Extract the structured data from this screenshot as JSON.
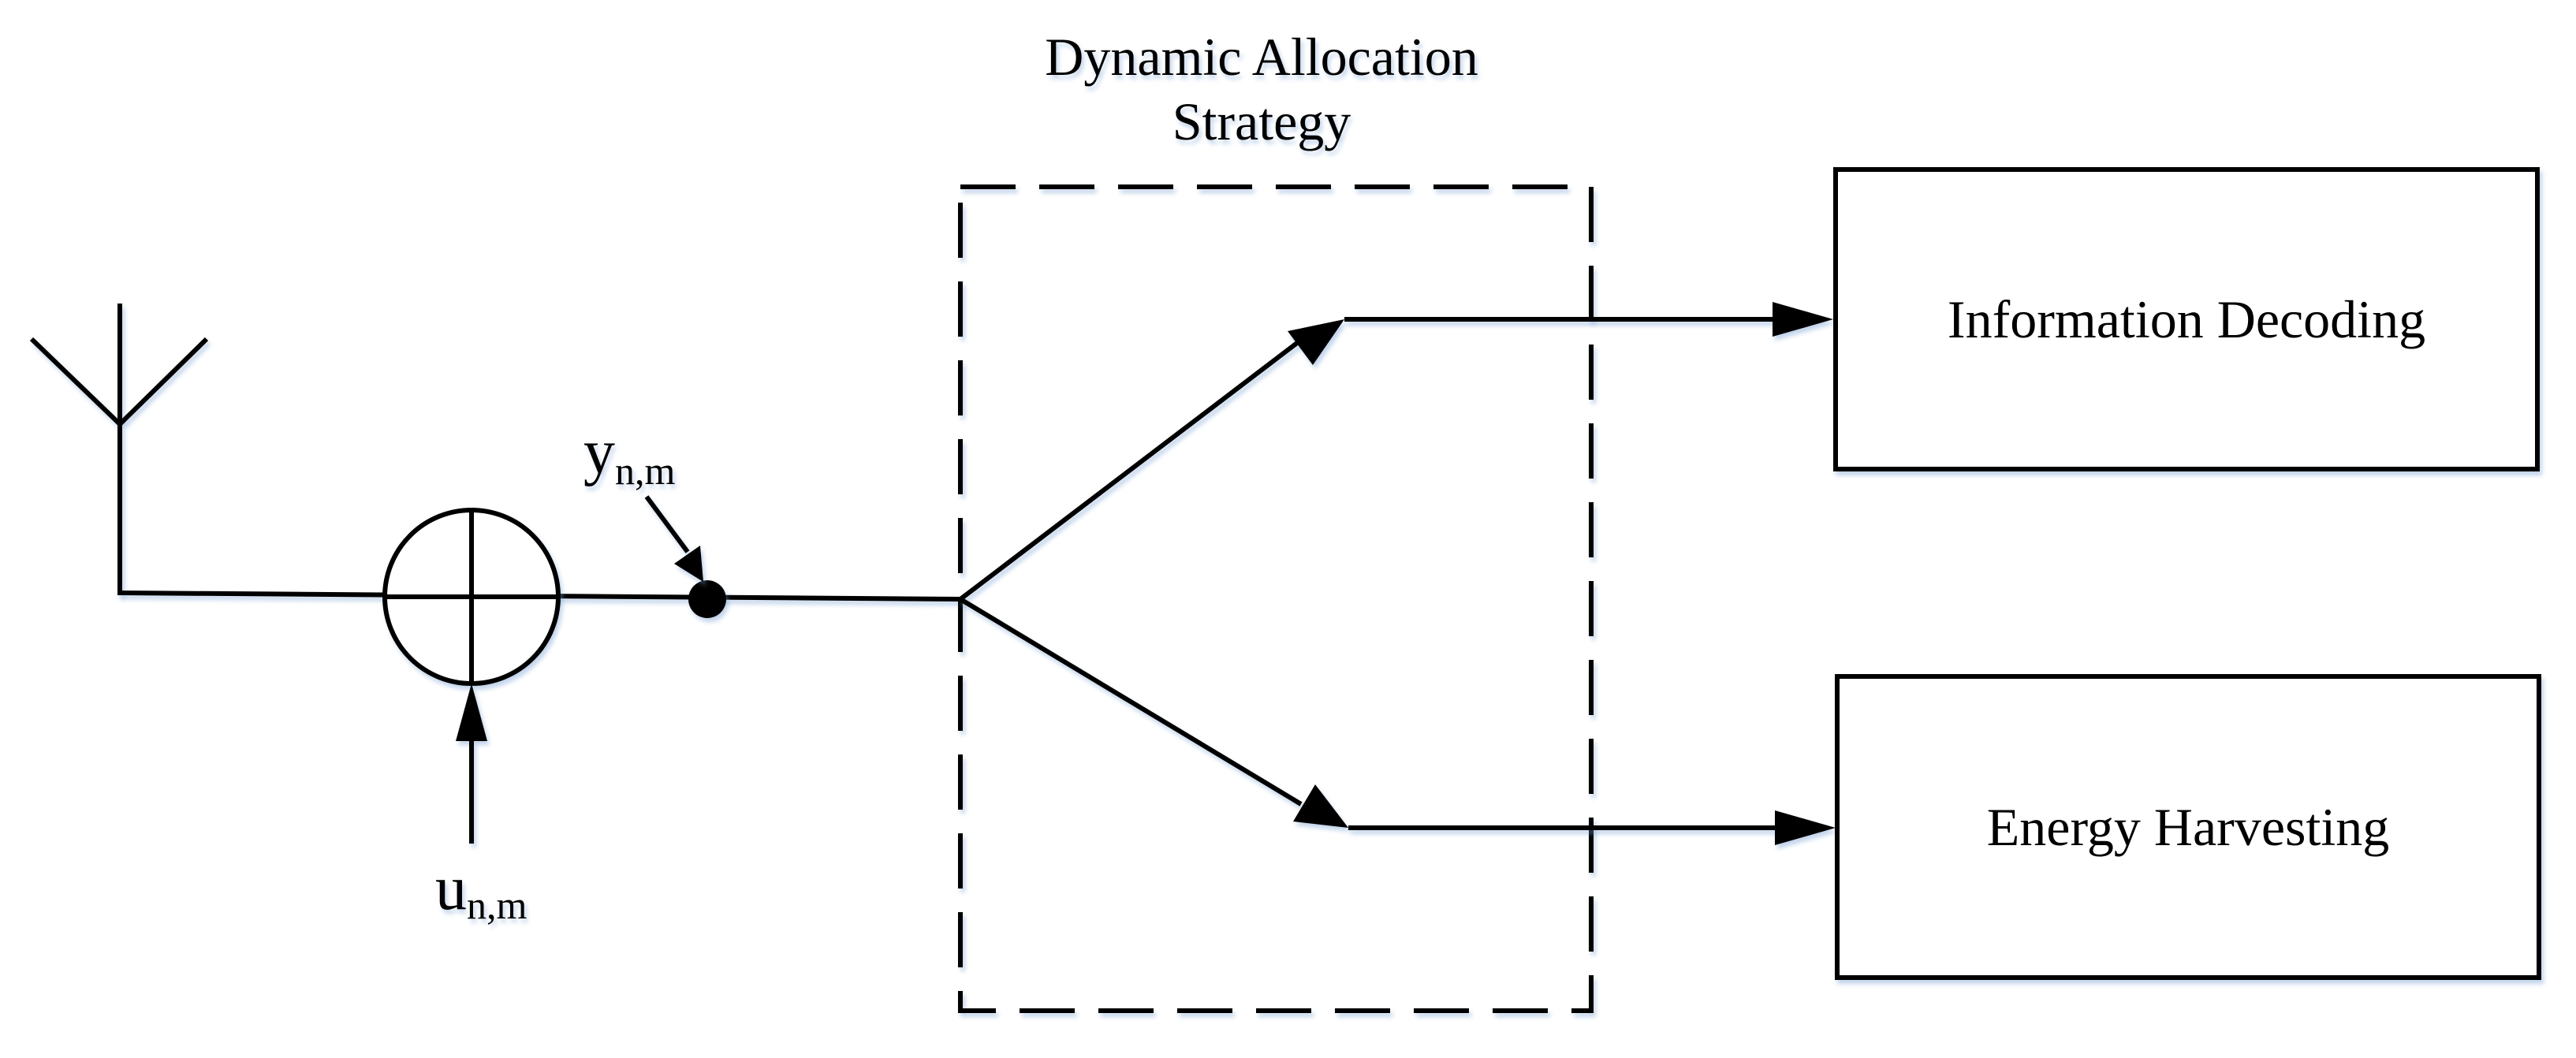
{
  "title_line1": "Dynamic Allocation",
  "title_line2": "Strategy",
  "signal_y": {
    "base": "y",
    "sub": "n,m"
  },
  "signal_u": {
    "base": "u",
    "sub": "n,m"
  },
  "box_top": {
    "label": "Information Decoding"
  },
  "box_bottom": {
    "label": "Energy Harvesting"
  },
  "colors": {
    "stroke": "#000000",
    "shadow": "#9ec0e6",
    "background": "#ffffff"
  },
  "icons": [
    "antenna-icon",
    "adder-icon"
  ]
}
